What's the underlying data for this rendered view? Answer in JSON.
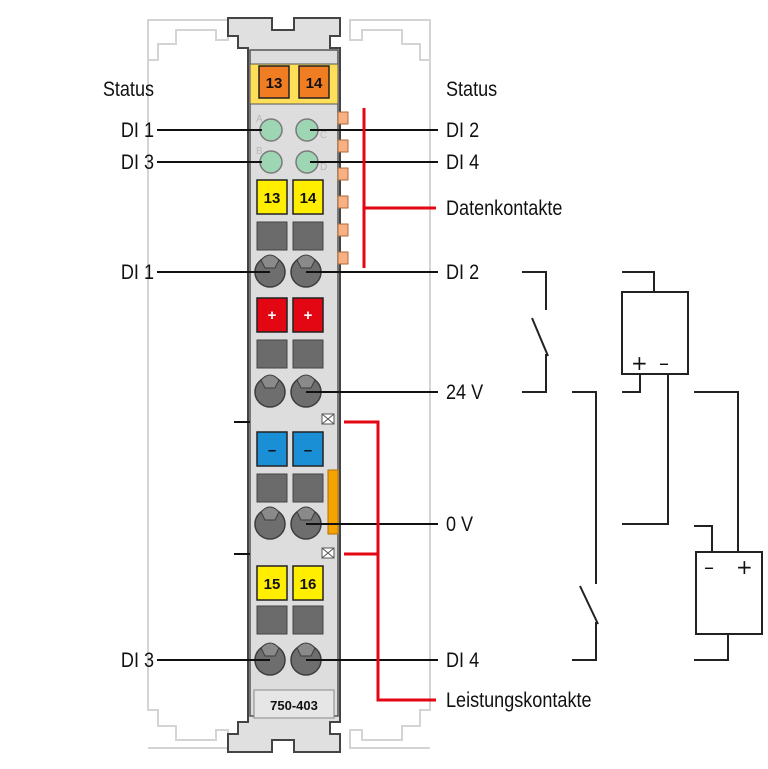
{
  "module": {
    "model": "750-403",
    "status_left": "Status",
    "status_right": "Status",
    "led_labels": [
      "DI 1",
      "DI 2",
      "DI 3",
      "DI 4"
    ],
    "led_letters": [
      "A",
      "C",
      "B",
      "D"
    ],
    "top_tags": [
      "13",
      "14"
    ],
    "upper_tags": [
      "13",
      "14"
    ],
    "plus_tags": [
      "+",
      "+"
    ],
    "minus_tags": [
      "–",
      "–"
    ],
    "lower_tags": [
      "15",
      "16"
    ]
  },
  "terminals": {
    "di1": "DI 1",
    "di2": "DI 2",
    "v24": "24 V",
    "v0": "0 V",
    "di3": "DI 3",
    "di4": "DI 4"
  },
  "callouts": {
    "data_contacts": "Datenkontakte",
    "power_contacts": "Leistungskontakte"
  },
  "sources": {
    "upper": {
      "plus": "+",
      "minus": "–"
    },
    "lower": {
      "minus": "–",
      "plus": "+"
    }
  },
  "colors": {
    "orange": "#f07d22",
    "yellow": "#ffee00",
    "red": "#e30613",
    "blue": "#1a8fd6",
    "led_green": "#9ed6b4",
    "housing": "#dcdcdc",
    "rail_outline": "#d4d4d4"
  }
}
